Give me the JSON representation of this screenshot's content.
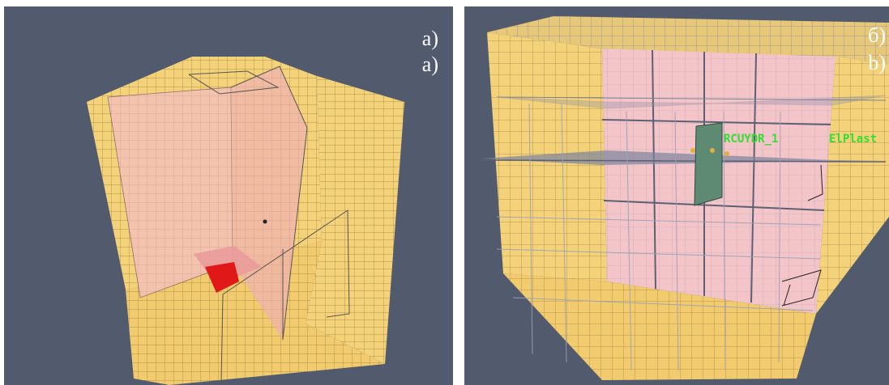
{
  "panel_a": {
    "label_top": "а)",
    "label_bottom": "a)"
  },
  "panel_b": {
    "label_top": "б)",
    "label_bottom": "b)",
    "annotations": [
      "RCUYDR_1",
      "ElPlast"
    ]
  },
  "colors": {
    "background": "#525a6e",
    "wall_yellow": "#f4d27a",
    "wall_pink": "#f3bfb8",
    "red_patch": "#e01818",
    "green_plate": "#5e8a74",
    "annotation_green": "#33dd33"
  }
}
